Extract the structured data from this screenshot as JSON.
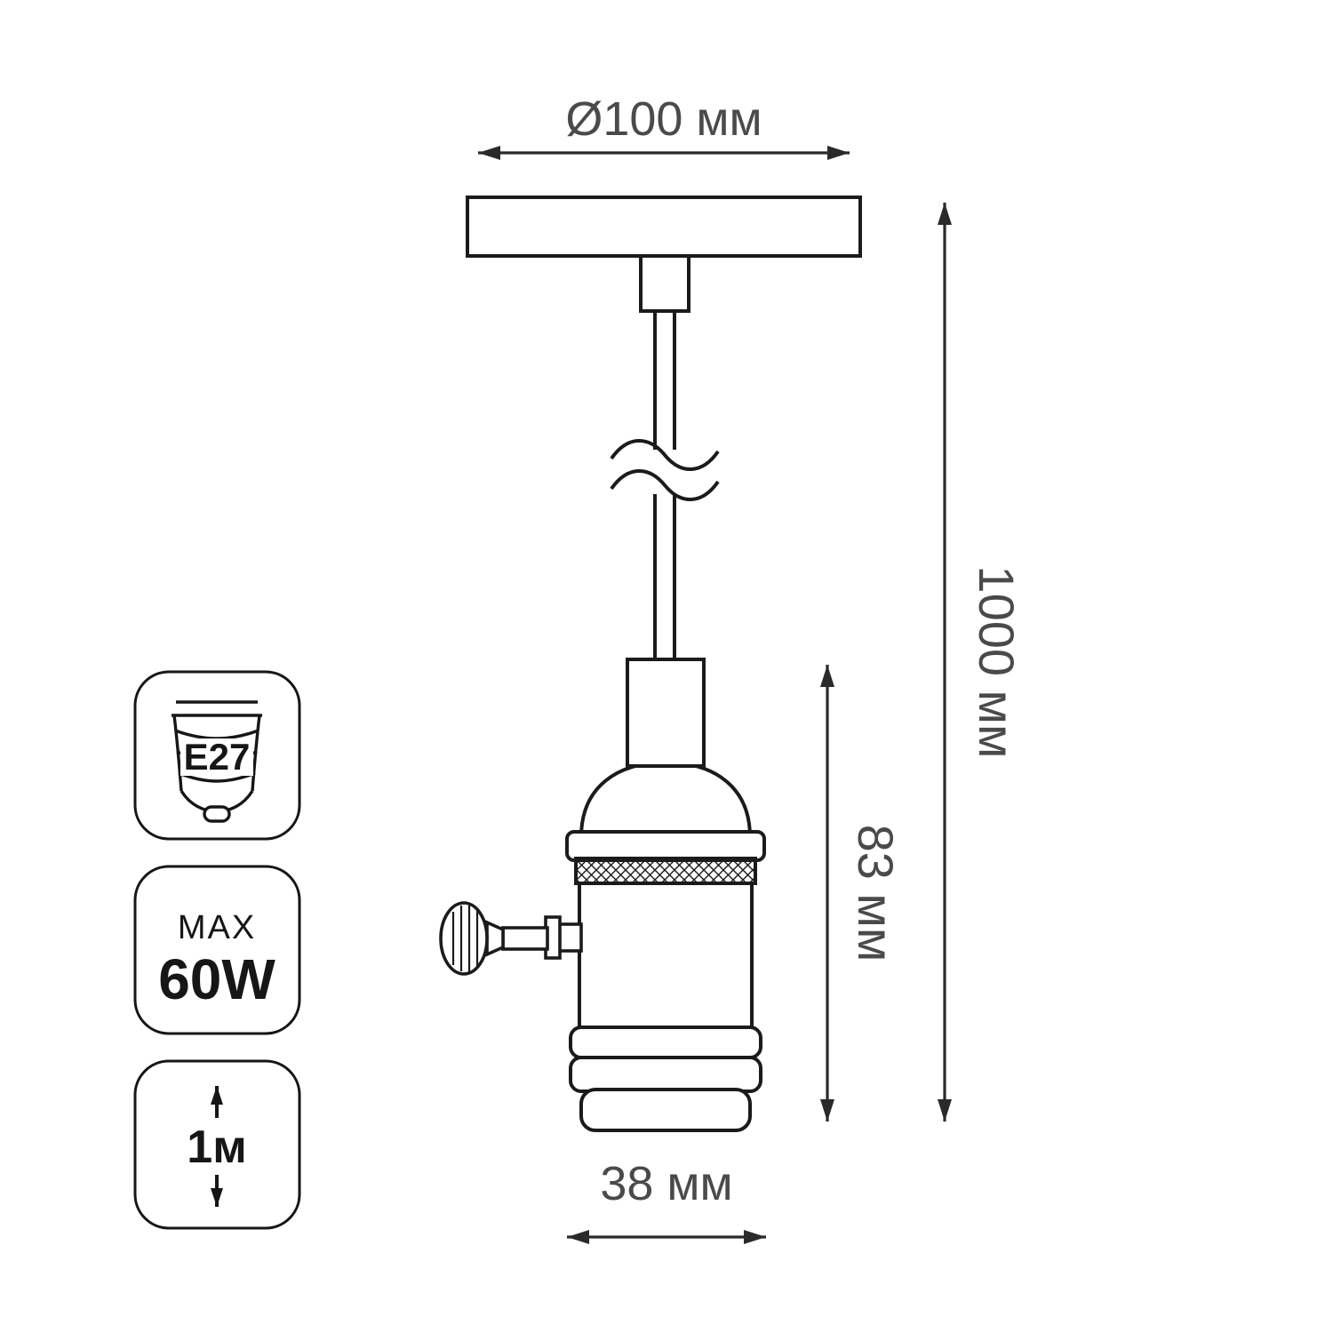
{
  "diagram": {
    "type": "technical-dimension-drawing",
    "subject": "pendant lamp socket with cable and ceiling plate",
    "dims": {
      "diameter_top": "Ø100 мм",
      "height_total": "1000 мм",
      "height_socket": "83 мм",
      "diameter_socket": "38 мм"
    },
    "badges": {
      "socket_type": "E27",
      "max_label": "MAX",
      "max_power": "60W",
      "cable_length": "1м"
    },
    "colors": {
      "line": "#1b1b1b",
      "dimension_text": "#4a4a4a",
      "badge_text": "#161616",
      "background": "#ffffff"
    }
  }
}
